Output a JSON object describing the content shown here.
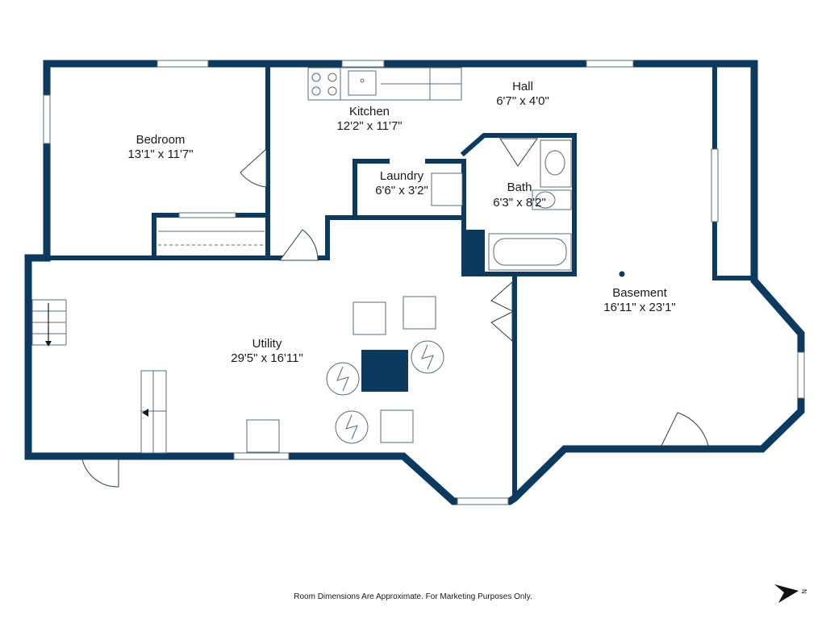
{
  "rooms": {
    "bedroom": {
      "name": "Bedroom",
      "dims": "13'1\" x 11'7\""
    },
    "kitchen": {
      "name": "Kitchen",
      "dims": "12'2\" x 11'7\""
    },
    "hall": {
      "name": "Hall",
      "dims": "6'7\" x 4'0\""
    },
    "laundry": {
      "name": "Laundry",
      "dims": "6'6\" x 3'2\""
    },
    "bath": {
      "name": "Bath",
      "dims": "6'3\" x 8'2\""
    },
    "basement": {
      "name": "Basement",
      "dims": "16'11\" x 23'1\""
    },
    "utility": {
      "name": "Utility",
      "dims": "29'5\" x 16'11\""
    }
  },
  "compass": {
    "label": "N"
  },
  "disclaimer": "Room Dimensions Are Approximate. For Marketing Purposes Only.",
  "colors": {
    "wall": "#0b3a5e",
    "background": "#ffffff"
  }
}
